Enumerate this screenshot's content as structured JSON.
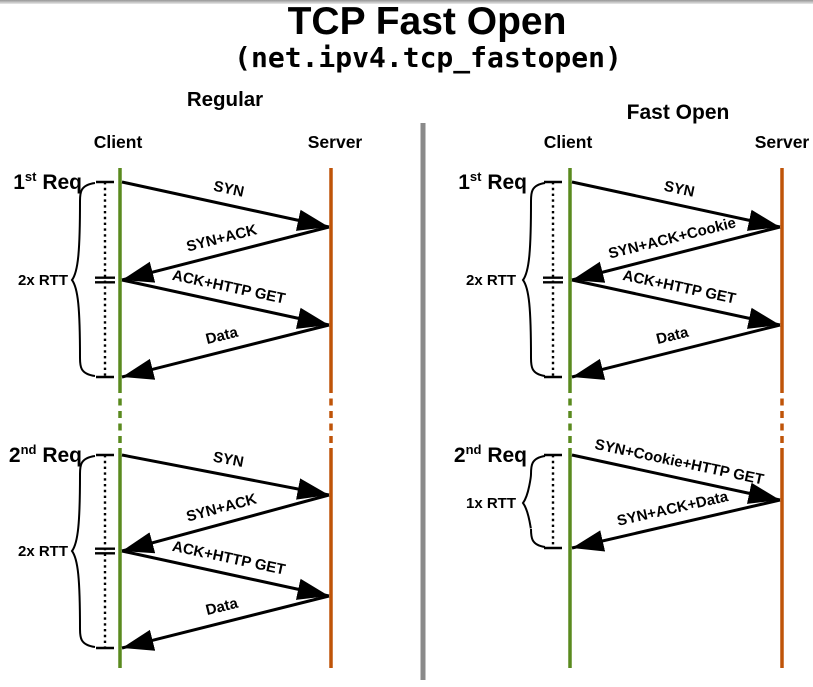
{
  "page": {
    "title": "TCP Fast Open",
    "subtitle": "(net.ipv4.tcp_fastopen)"
  },
  "colors": {
    "client_line": "#5a8a1e",
    "server_line": "#bf5408",
    "divider": "#8a8a8a",
    "arrow": "#000000",
    "text": "#000000"
  },
  "panels": [
    {
      "name": "Regular",
      "client_label": "Client",
      "server_label": "Server",
      "requests": [
        {
          "num": "1",
          "ordinal": "st",
          "suffix": " Req",
          "rtt": "2x RTT",
          "messages": [
            {
              "label": "SYN",
              "dir": "cs"
            },
            {
              "label": "SYN+ACK",
              "dir": "sc"
            },
            {
              "label": "ACK+HTTP GET",
              "dir": "cs"
            },
            {
              "label": "Data",
              "dir": "sc"
            }
          ]
        },
        {
          "num": "2",
          "ordinal": "nd",
          "suffix": " Req",
          "rtt": "2x RTT",
          "messages": [
            {
              "label": "SYN",
              "dir": "cs"
            },
            {
              "label": "SYN+ACK",
              "dir": "sc"
            },
            {
              "label": "ACK+HTTP GET",
              "dir": "cs"
            },
            {
              "label": "Data",
              "dir": "sc"
            }
          ]
        }
      ]
    },
    {
      "name": "Fast Open",
      "client_label": "Client",
      "server_label": "Server",
      "requests": [
        {
          "num": "1",
          "ordinal": "st",
          "suffix": " Req",
          "rtt": "2x RTT",
          "messages": [
            {
              "label": "SYN",
              "dir": "cs"
            },
            {
              "label": "SYN+ACK+Cookie",
              "dir": "sc"
            },
            {
              "label": "ACK+HTTP GET",
              "dir": "cs"
            },
            {
              "label": "Data",
              "dir": "sc"
            }
          ]
        },
        {
          "num": "2",
          "ordinal": "nd",
          "suffix": " Req",
          "rtt": "1x RTT",
          "messages": [
            {
              "label": "SYN+Cookie+HTTP GET",
              "dir": "cs"
            },
            {
              "label": "SYN+ACK+Data",
              "dir": "sc"
            }
          ]
        }
      ]
    }
  ]
}
